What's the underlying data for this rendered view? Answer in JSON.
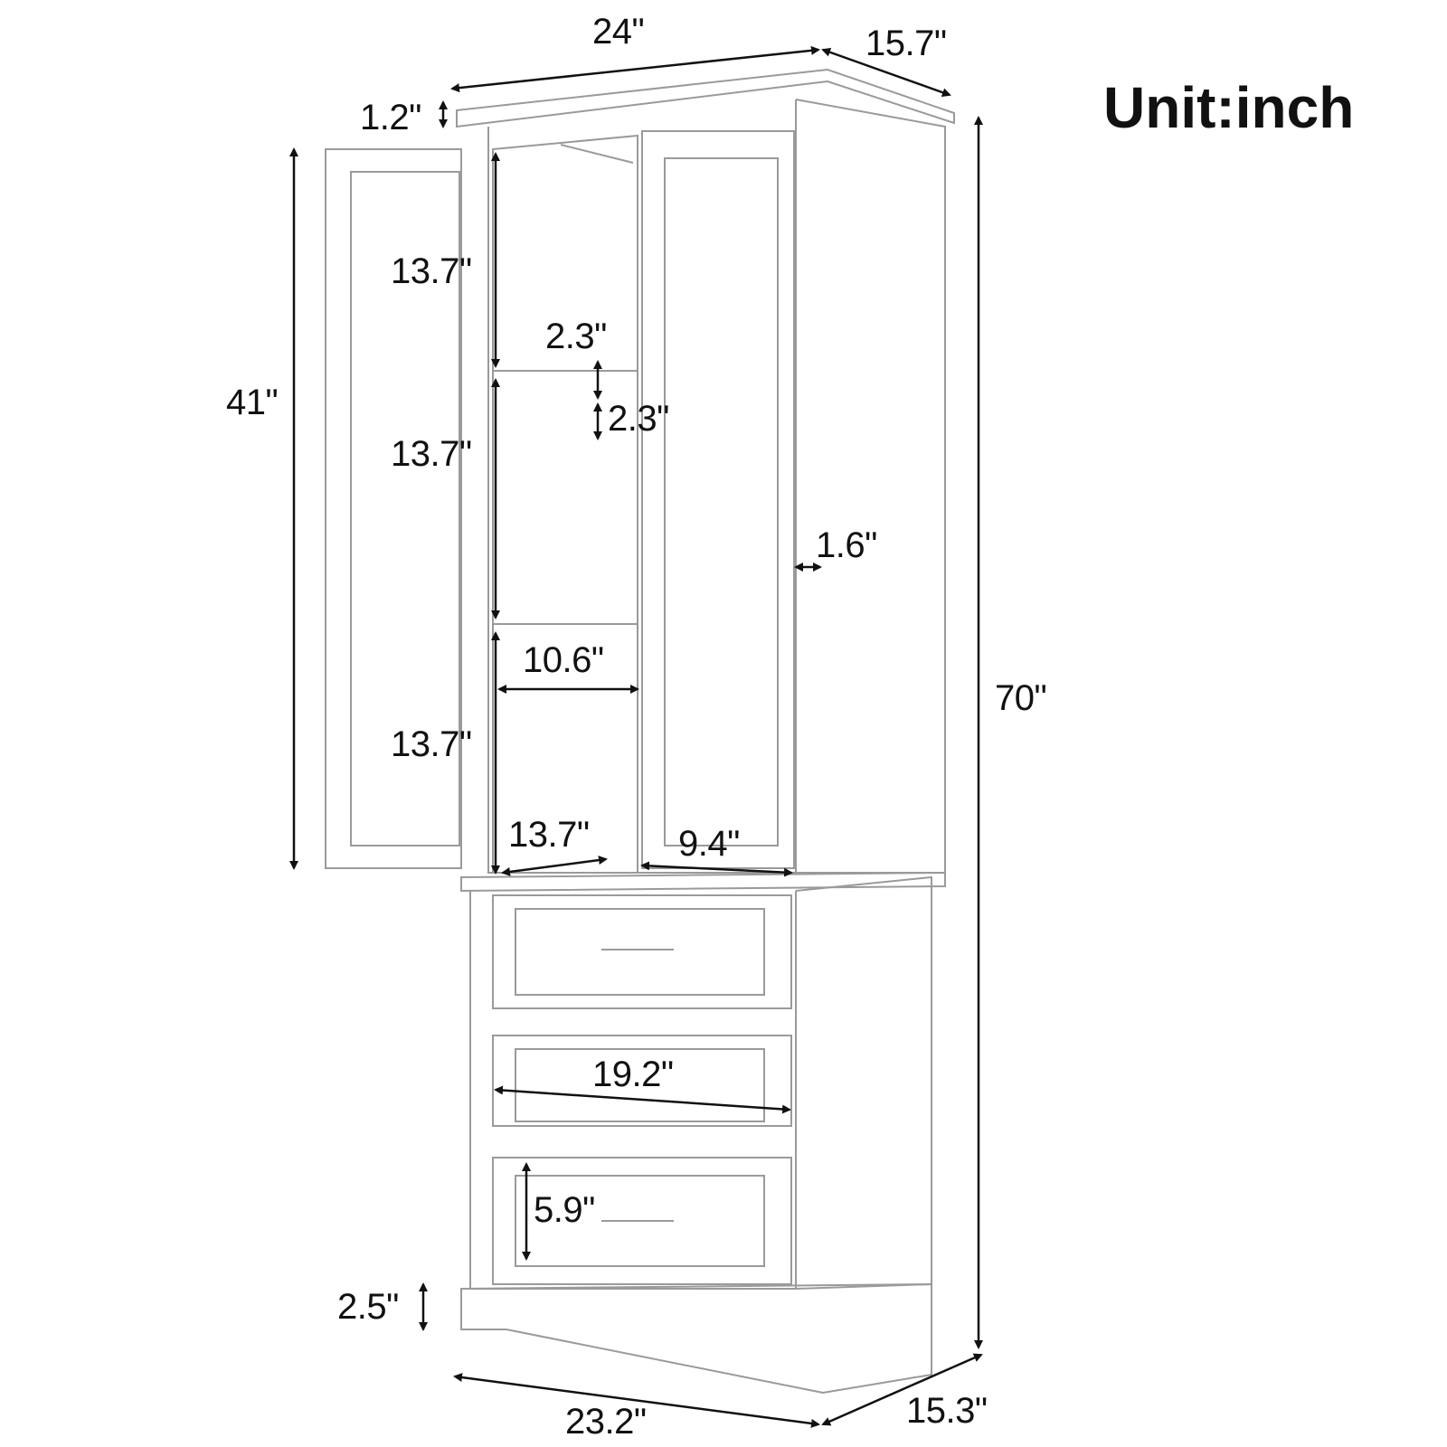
{
  "title": "Unit:inch",
  "colors": {
    "line": "#111111",
    "outline": "#9a9a9a",
    "background": "#ffffff"
  },
  "dimensions": {
    "top_width": "24\"",
    "top_depth": "15.7\"",
    "crown_height": "1.2\"",
    "door_height": "41\"",
    "shelf_space_1": "13.7\"",
    "shelf_space_2": "13.7\"",
    "shelf_space_3": "13.7\"",
    "shelf_pin_spacing_1": "2.3\"",
    "shelf_pin_spacing_2": "2.3\"",
    "side_thickness": "1.6\"",
    "interior_width_left": "10.6\"",
    "interior_depth_left": "13.7\"",
    "interior_width_right": "9.4\"",
    "total_height": "70\"",
    "drawer_width": "19.2\"",
    "drawer_height": "5.9\"",
    "base_height": "2.5\"",
    "bottom_width": "23.2\"",
    "bottom_depth": "15.3\""
  }
}
